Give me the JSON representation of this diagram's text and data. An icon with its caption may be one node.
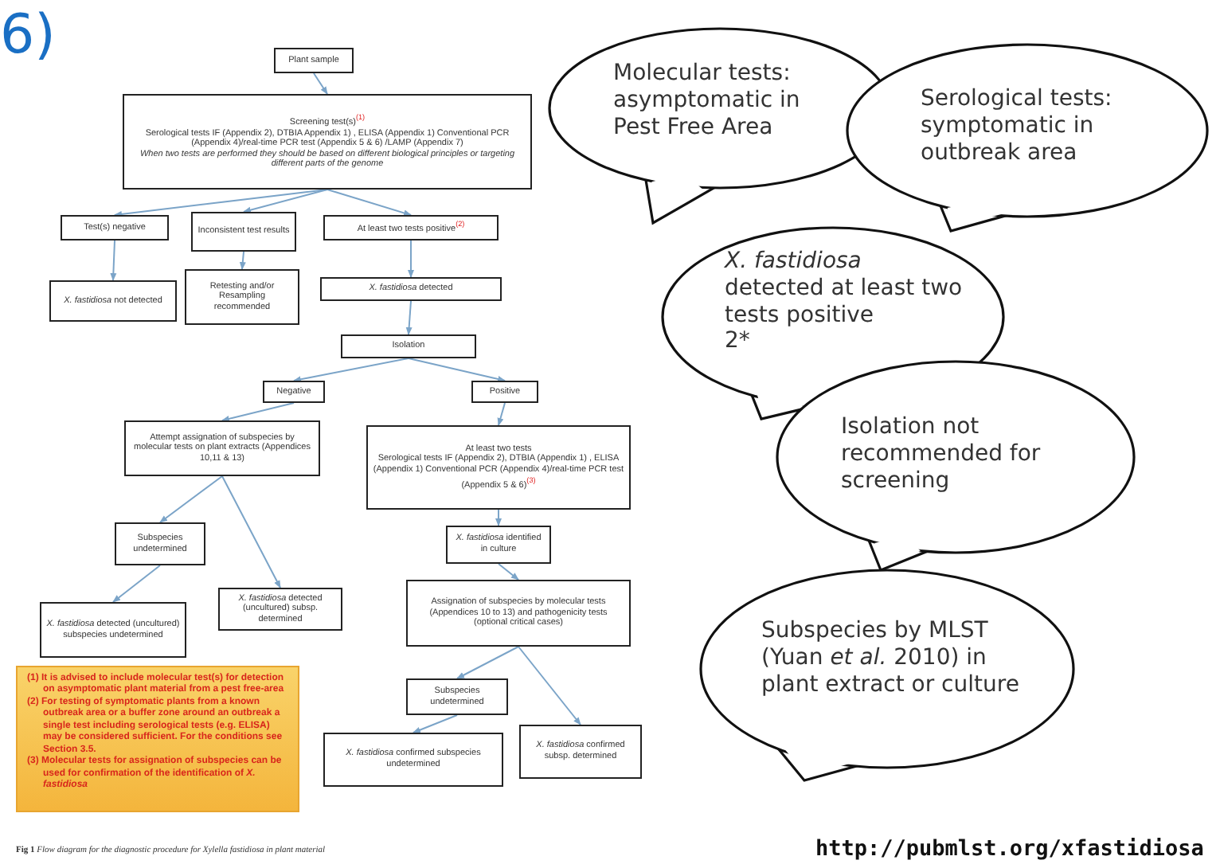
{
  "diagram": {
    "caption": "**Fig 1** *Flow diagram for the diagnostic procedure for Xylella fastidiosa in plant material*",
    "nodes": [
      {
        "text": [
          "Plant sample"
        ]
      },
      {
        "text": [
          "Screening test(s)$^{(1)}$",
          "Serological tests IF (Appendix 2), DTBIA Appendix 1) , ELISA (Appendix 1) Conventional PCR (Appendix 4)/real-time PCR test (Appendix 5 & 6) /LAMP (Appendix 7)",
          "When two tests are performed they should be based on different biological principles or targeting different parts of the genome"
        ]
      },
      {
        "text": [
          "Test(s) negative"
        ]
      },
      {
        "text": [
          "Inconsistent test results"
        ]
      },
      {
        "text": [
          "At least two tests positive$^{(2)}$"
        ]
      },
      {
        "text": [
          "*X. fastidiosa* not detected"
        ]
      },
      {
        "text": [
          "Retesting and/or Resampling recommended"
        ]
      },
      {
        "text": [
          "*X. fastidiosa* detected"
        ]
      },
      {
        "text": [
          "Isolation"
        ]
      },
      {
        "text": [
          "Negative"
        ]
      },
      {
        "text": [
          "Positive"
        ]
      },
      {
        "text": [
          "Attempt assignation of subspecies by molecular tests on plant extracts (Appendices 10,11 & 13)"
        ]
      },
      {
        "text": [
          "At least two tests",
          "Serological tests IF (Appendix 2), DTBIA (Appendix 1) , ELISA (Appendix 1) Conventional PCR (Appendix 4)/real-time PCR test (Appendix 5 & 6)$^{(3)}$"
        ]
      },
      {
        "text": [
          "*X. fastidiosa* identified in culture"
        ]
      },
      {
        "text": [
          "Subspecies undetermined"
        ]
      },
      {
        "text": [
          "*X. fastidiosa* detected (uncultured) subsp. determined"
        ]
      },
      {
        "text": [
          "*X. fastidiosa* detected (uncultured) subspecies undetermined"
        ]
      },
      {
        "text": [
          "Assignation of subspecies by molecular tests (Appendices 10 to 13) and pathogenicity tests (optional critical cases)"
        ]
      },
      {
        "text": [
          "Subspecies undetermined"
        ]
      },
      {
        "text": [
          "*X. fastidiosa* confirmed subspecies undetermined"
        ]
      },
      {
        "text": [
          "*X. fastidiosa* confirmed subsp. determined"
        ]
      },
      {
        "text": [
          "(1) It is advised to include molecular test(s) for detection on asymptomatic plant material from a pest free-area",
          "(2) For testing of symptomatic plants from a known outbreak area or a buffer zone around an outbreak a single test including serological tests (e.g. ELISA) may be considered sufficient. For the conditions see Section 3.5.",
          "(3) Molecular tests for assignation of subspecies can be used for confirmation of the identification of *X. fastidiosa*"
        ]
      },
      {
        "text": [
          "Molecular tests: asymptomatic in Pest Free Area"
        ]
      },
      {
        "text": [
          "Serological tests: symptomatic in outbreak area"
        ]
      },
      {
        "text": [
          "*X. fastidiosa* detected at least two tests positive",
          "2*"
        ]
      },
      {
        "text": [
          "Isolation not recommended for screening"
        ]
      },
      {
        "text": [
          "Subspecies by MLST (Yuan *et al.* 2010) in plant extract or culture"
        ]
      }
    ],
    "edges": [
      {
        "from": 0,
        "to": 1,
        "arrow": "to"
      },
      {
        "from": 1,
        "to": 2,
        "arrow": "to"
      },
      {
        "from": 1,
        "to": 3,
        "arrow": "to"
      },
      {
        "from": 1,
        "to": 4,
        "arrow": "to"
      },
      {
        "from": 2,
        "to": 5,
        "arrow": "to"
      },
      {
        "from": 3,
        "to": 6,
        "arrow": "to"
      },
      {
        "from": 4,
        "to": 7,
        "arrow": "to"
      },
      {
        "from": 7,
        "to": 8,
        "arrow": "to"
      },
      {
        "from": 8,
        "to": 9,
        "arrow": "to"
      },
      {
        "from": 8,
        "to": 10,
        "arrow": "to"
      },
      {
        "from": 9,
        "to": 11,
        "arrow": "to"
      },
      {
        "from": 10,
        "to": 12,
        "arrow": "to"
      },
      {
        "from": 12,
        "to": 13,
        "arrow": "to"
      },
      {
        "from": 11,
        "to": 14,
        "arrow": "to"
      },
      {
        "from": 11,
        "to": 15,
        "arrow": "to"
      },
      {
        "from": 14,
        "to": 16,
        "arrow": "to"
      },
      {
        "from": 13,
        "to": 17,
        "arrow": "to"
      },
      {
        "from": 17,
        "to": 18,
        "arrow": "to"
      },
      {
        "from": 17,
        "to": 20,
        "arrow": "to"
      },
      {
        "from": 18,
        "to": 19,
        "arrow": "to"
      }
    ],
    "labels": [
      "6)",
      "http://pubmlst.org/xfastidiosa"
    ]
  }
}
